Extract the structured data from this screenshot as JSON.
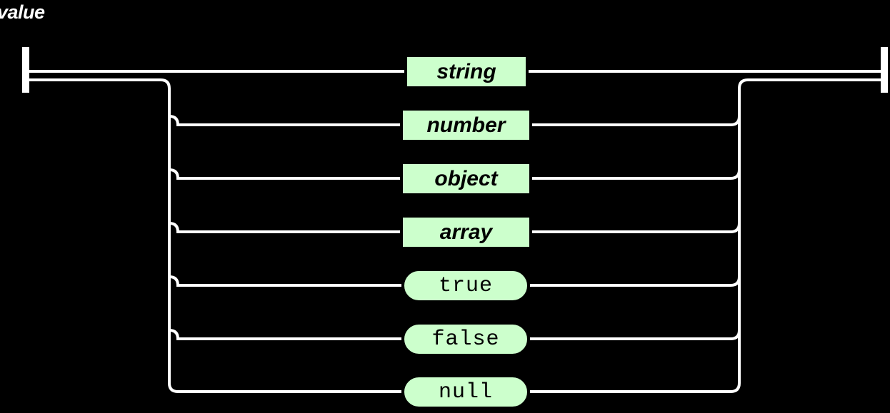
{
  "diagram": {
    "title": "value",
    "type": "railroad-syntax-diagram",
    "colors": {
      "background": "#000000",
      "rail": "#ffffff",
      "node_fill": "#ccffcc",
      "node_border": "#000000",
      "title_text": "#ffffff",
      "node_text": "#000000"
    },
    "entry_terminator": "bracket",
    "exit_terminator": "bracket",
    "alternatives": [
      {
        "label": "string",
        "kind": "nonterminal",
        "shape": "rect"
      },
      {
        "label": "number",
        "kind": "nonterminal",
        "shape": "rect"
      },
      {
        "label": "object",
        "kind": "nonterminal",
        "shape": "rect"
      },
      {
        "label": "array",
        "kind": "nonterminal",
        "shape": "rect"
      },
      {
        "label": "true",
        "kind": "terminal",
        "shape": "pill"
      },
      {
        "label": "false",
        "kind": "terminal",
        "shape": "pill"
      },
      {
        "label": "null",
        "kind": "terminal",
        "shape": "pill"
      }
    ]
  }
}
